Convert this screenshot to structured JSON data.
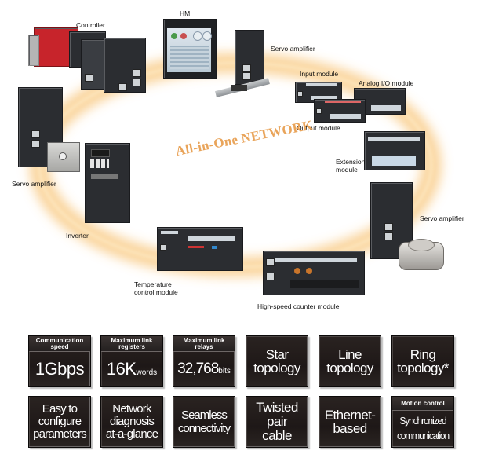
{
  "diagram": {
    "title": "All-in-One NETWORK",
    "accent_color": "#e9a45a",
    "ring_color": "#f4b860",
    "devices": [
      {
        "id": "controller",
        "label": "Controller"
      },
      {
        "id": "hmi",
        "label": "HMI"
      },
      {
        "id": "servo-top",
        "label": "Servo amplifier"
      },
      {
        "id": "input-module",
        "label": "Input module"
      },
      {
        "id": "analog-io-module",
        "label": "Analog I/O module"
      },
      {
        "id": "output-module",
        "label": "Output module"
      },
      {
        "id": "extension-module",
        "label_line1": "Extension",
        "label_line2": "module"
      },
      {
        "id": "servo-right",
        "label": "Servo amplifier"
      },
      {
        "id": "high-speed-counter",
        "label": "High-speed counter module"
      },
      {
        "id": "temperature-control",
        "label_line1": "Temperature",
        "label_line2": "control module"
      },
      {
        "id": "inverter",
        "label": "Inverter"
      },
      {
        "id": "servo-left",
        "label": "Servo amplifier"
      }
    ]
  },
  "features": {
    "row1": [
      {
        "header": "Communication speed",
        "value": "1Gbps",
        "unit": ""
      },
      {
        "header": "Maximum link registers",
        "value": "16K",
        "unit": "words"
      },
      {
        "header": "Maximum link relays",
        "value": "32,768",
        "unit": "bits"
      },
      {
        "line1": "Star",
        "line2": "topology"
      },
      {
        "line1": "Line",
        "line2": "topology"
      },
      {
        "line1": "Ring",
        "line2": "topology*"
      }
    ],
    "row2": [
      {
        "line1": "Easy to",
        "line2": "configure",
        "line3": "parameters"
      },
      {
        "line1": "Network",
        "line2": "diagnosis",
        "line3": "at-a-glance"
      },
      {
        "line1": "Seamless",
        "line2": "connectivity"
      },
      {
        "line1": "Twisted",
        "line2": "pair",
        "line3": "cable"
      },
      {
        "line1": "Ethernet-",
        "line2": "based"
      },
      {
        "header": "Motion control",
        "line1": "Synchronized",
        "line2": "communication"
      }
    ]
  }
}
